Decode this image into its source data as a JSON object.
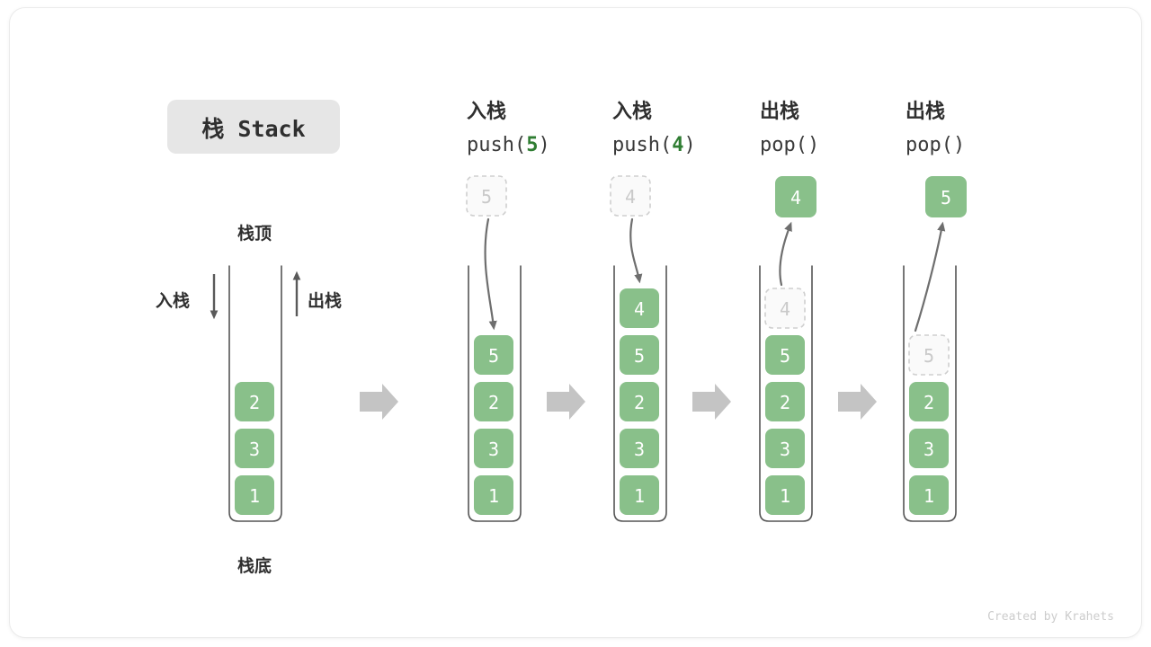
{
  "title_badge": {
    "label": "栈 Stack"
  },
  "labels": {
    "top": "栈顶",
    "bottom": "栈底",
    "push_side": "入栈",
    "pop_side": "出栈"
  },
  "credit": "Created by Krahets",
  "colors": {
    "cell_green": "#89c08a",
    "accent_green": "#2f7d32",
    "badge_bg": "#e6e6e6",
    "ghost_stroke": "#cfcfcf",
    "flow_arrow": "#c4c4c4",
    "wall": "#555555",
    "text": "#2f2f2f"
  },
  "columns": [
    {
      "id": "initial",
      "heading_cjk": "",
      "heading_code_prefix": "",
      "heading_code_arg": "",
      "heading_code_suffix": "",
      "stack": [
        "2",
        "3",
        "1"
      ],
      "ghost": null,
      "result": null
    },
    {
      "id": "push-5",
      "heading_cjk": "入栈",
      "heading_code_prefix": "push(",
      "heading_code_arg": "5",
      "heading_code_suffix": ")",
      "stack": [
        "5",
        "2",
        "3",
        "1"
      ],
      "ghost": {
        "value": "5",
        "position": "above",
        "slot": 0
      },
      "result": null
    },
    {
      "id": "push-4",
      "heading_cjk": "入栈",
      "heading_code_prefix": "push(",
      "heading_code_arg": "4",
      "heading_code_suffix": ")",
      "stack": [
        "4",
        "5",
        "2",
        "3",
        "1"
      ],
      "ghost": {
        "value": "4",
        "position": "above",
        "slot": 0
      },
      "result": null
    },
    {
      "id": "pop-4",
      "heading_cjk": "出栈",
      "heading_code_prefix": "pop(",
      "heading_code_arg": "",
      "heading_code_suffix": ")",
      "stack": [
        "5",
        "2",
        "3",
        "1"
      ],
      "ghost": {
        "value": "4",
        "position": "in-stack",
        "slot": 0
      },
      "result": {
        "value": "4"
      }
    },
    {
      "id": "pop-5",
      "heading_cjk": "出栈",
      "heading_code_prefix": "pop(",
      "heading_code_arg": "",
      "heading_code_suffix": ")",
      "stack": [
        "2",
        "3",
        "1"
      ],
      "ghost": {
        "value": "5",
        "position": "in-stack",
        "slot": 1
      },
      "result": {
        "value": "5"
      }
    }
  ]
}
